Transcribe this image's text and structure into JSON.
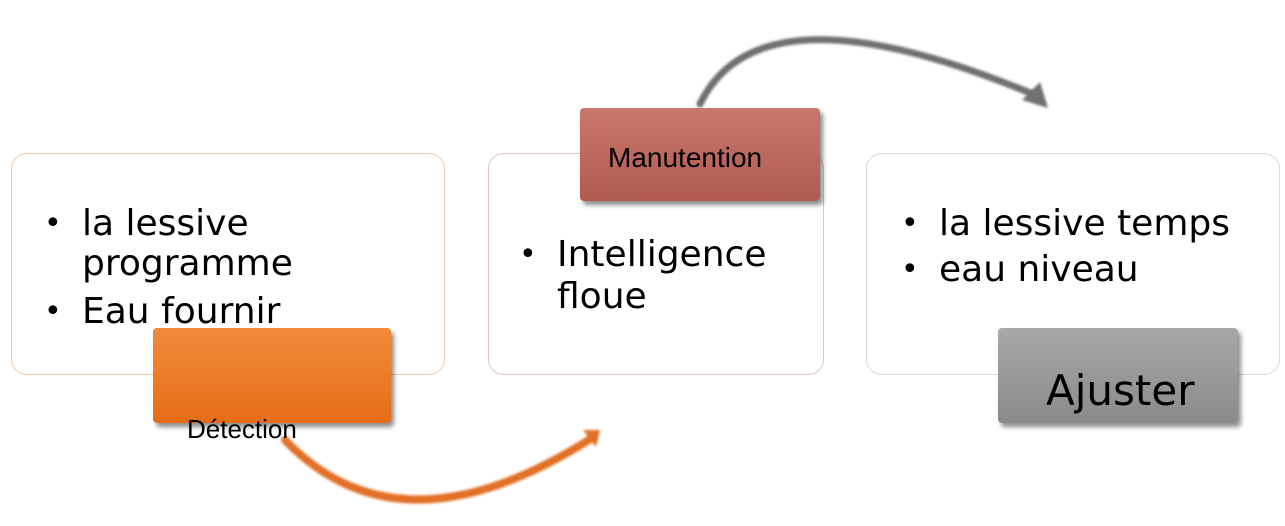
{
  "colors": {
    "detection": "#e8731f",
    "manutention": "#b9635a",
    "ajuster": "#999999",
    "arrow_orange": "#e27026",
    "arrow_gray": "#6f6f6f"
  },
  "cards": {
    "left": {
      "items": [
        "la lessive programme",
        "Eau fournir"
      ]
    },
    "middle": {
      "items": [
        "Intelligence floue"
      ]
    },
    "right": {
      "items": [
        "la lessive temps",
        "eau niveau"
      ]
    }
  },
  "tags": {
    "detection": "Détection",
    "manutention": "Manutention",
    "ajuster": "Ajuster"
  }
}
